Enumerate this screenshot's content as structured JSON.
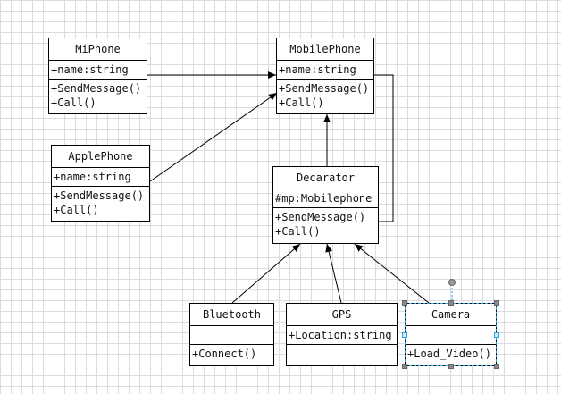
{
  "classes": {
    "miphone": {
      "name": "MiPhone",
      "attrs": [
        "+name:string"
      ],
      "ops": [
        "+SendMessage()",
        "+Call()"
      ]
    },
    "mobilephone": {
      "name": "MobilePhone",
      "attrs": [
        "+name:string"
      ],
      "ops": [
        "+SendMessage()",
        "+Call()"
      ]
    },
    "applephone": {
      "name": "ApplePhone",
      "attrs": [
        "+name:string"
      ],
      "ops": [
        "+SendMessage()",
        "+Call()"
      ]
    },
    "decarator": {
      "name": "Decarator",
      "attrs": [
        "#mp:Mobilephone"
      ],
      "ops": [
        "+SendMessage()",
        "+Call()"
      ]
    },
    "bluetooth": {
      "name": "Bluetooth",
      "attrs": [],
      "ops": [
        "+Connect()"
      ]
    },
    "gps": {
      "name": "GPS",
      "attrs": [
        "+Location:string"
      ],
      "ops": []
    },
    "camera": {
      "name": "Camera",
      "attrs": [],
      "ops": [
        "+Load_Video()"
      ]
    }
  },
  "selected_class": "Camera",
  "colors": {
    "grid": "#d9dde3",
    "line": "#000000",
    "selection": "#2aa3d8"
  }
}
